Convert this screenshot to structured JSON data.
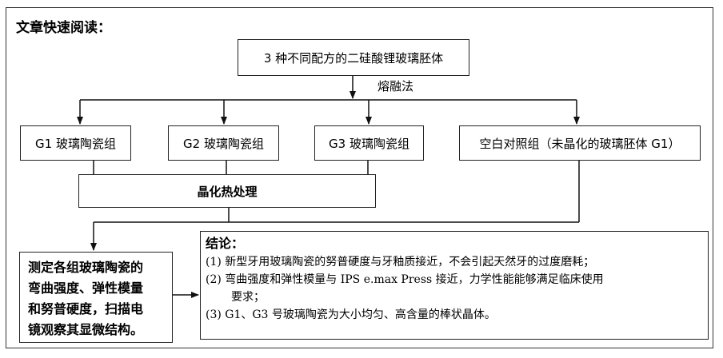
{
  "heading": "文章快速阅读：",
  "nodes": {
    "top": "3 种不同配方的二硅酸锂玻璃胚体",
    "melt_label": "熔融法",
    "g1": "G1 玻璃陶瓷组",
    "g2": "G2 玻璃陶瓷组",
    "g3": "G3 玻璃陶瓷组",
    "control": "空白对照组（未晶化的玻璃胚体 G1）",
    "heat": "晶化热处理",
    "measure": [
      "测定各组玻璃陶瓷的",
      "弯曲强度、弹性模量",
      "和努普硬度，扫描电",
      "镜观察其显微结构。"
    ]
  },
  "conclusion": {
    "title": "结论：",
    "item1": "(1) 新型牙用玻璃陶瓷的努普硬度与牙釉质接近，不会引起天然牙的过度磨耗；",
    "item2": "(2) 弯曲强度和弹性模量与 IPS e.max Press 接近，力学性能能够满足临床使用",
    "item2_cont": "要求；",
    "item3": "(3) G1、G3 号玻璃陶瓷为大小均匀、高含量的棒状晶体。"
  }
}
